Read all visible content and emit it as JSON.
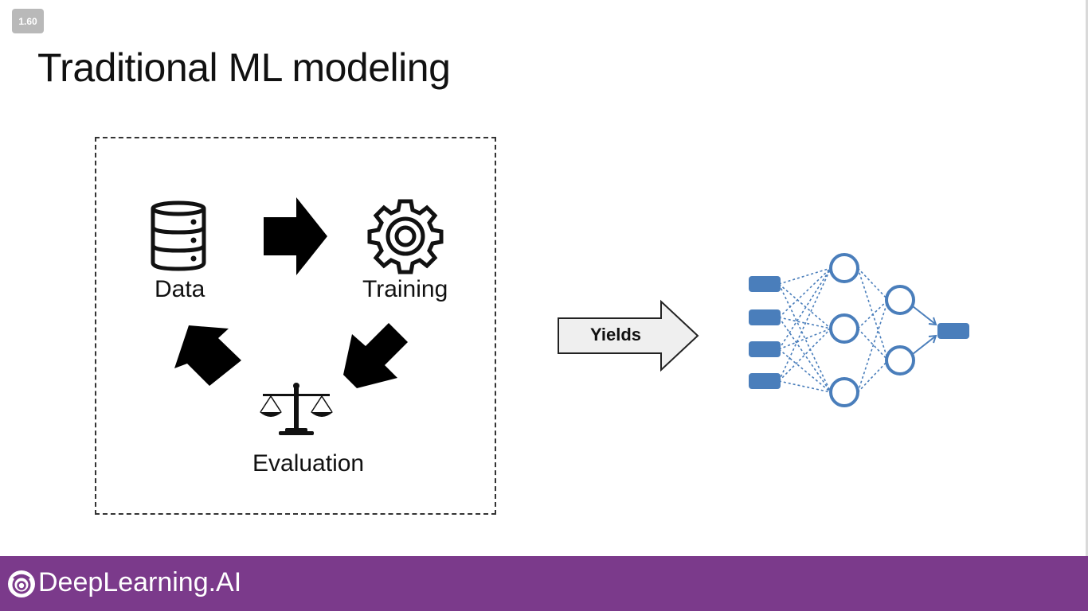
{
  "player": {
    "speed_badge": "1.60"
  },
  "slide": {
    "title": "Traditional ML modeling",
    "cycle": {
      "data_label": "Data",
      "training_label": "Training",
      "evaluation_label": "Evaluation"
    },
    "yields_label": "Yields",
    "network": {
      "input_nodes": 4,
      "hidden_layer_1_nodes": 3,
      "hidden_layer_2_nodes": 2,
      "output_nodes": 1,
      "color": "#4a7ebb"
    }
  },
  "footer": {
    "brand": "DeepLearning.AI",
    "bar_color": "#7b3a8b"
  }
}
